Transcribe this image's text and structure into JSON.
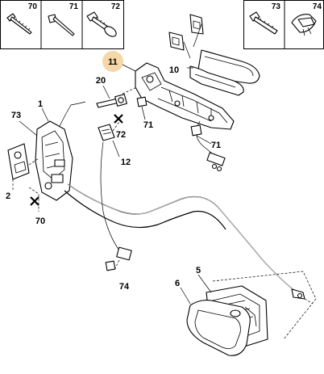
{
  "header_boxes": {
    "left": [
      "70",
      "71",
      "72"
    ],
    "right": [
      "73",
      "74"
    ]
  },
  "callouts": {
    "c1": "1",
    "c2": "2",
    "c5": "5",
    "c6": "6",
    "c10": "10",
    "c11": "11",
    "c12": "12",
    "c20": "20",
    "c70": "70",
    "c71a": "71",
    "c71b": "71",
    "c72": "72",
    "c73": "73",
    "c74": "74"
  },
  "colors": {
    "highlight": "#f6d7a7",
    "line": "#000000",
    "background": "#ffffff"
  }
}
